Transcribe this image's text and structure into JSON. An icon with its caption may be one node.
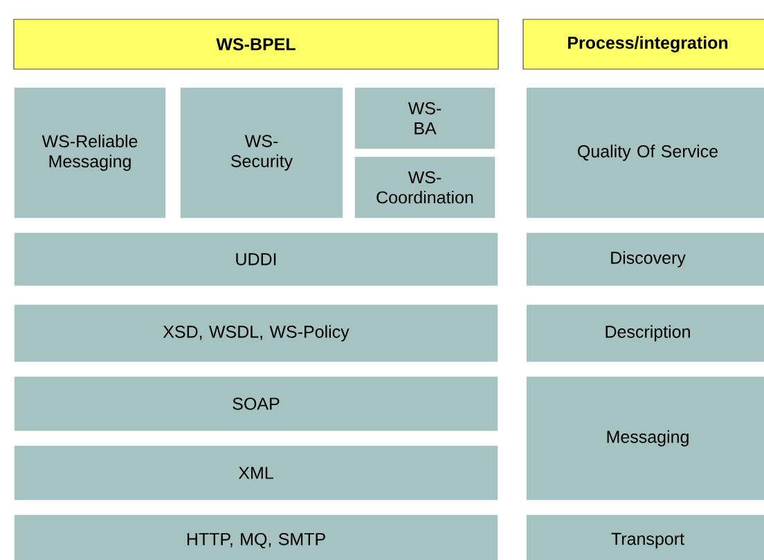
{
  "diagram": {
    "nodes": [
      {
        "text": [
          "WS-BPEL"
        ]
      },
      {
        "text": [
          "Process/integration"
        ]
      },
      {
        "text": [
          "WS-Reliable Messaging"
        ]
      },
      {
        "text": [
          "WS-Security"
        ]
      },
      {
        "text": [
          "WS-BA"
        ]
      },
      {
        "text": [
          "Quality Of Service"
        ]
      },
      {
        "text": [
          "WS-Coordination"
        ]
      },
      {
        "text": [
          "UDDI"
        ]
      },
      {
        "text": [
          "Discovery"
        ]
      },
      {
        "text": [
          "XSD, WSDL, WS-Policy"
        ]
      },
      {
        "text": [
          "Description"
        ]
      },
      {
        "text": [
          "SOAP"
        ]
      },
      {
        "text": [
          "Messaging"
        ]
      },
      {
        "text": [
          "XML"
        ]
      },
      {
        "text": [
          "HTTP, MQ, SMTP"
        ]
      },
      {
        "text": [
          "Transport"
        ]
      }
    ]
  }
}
